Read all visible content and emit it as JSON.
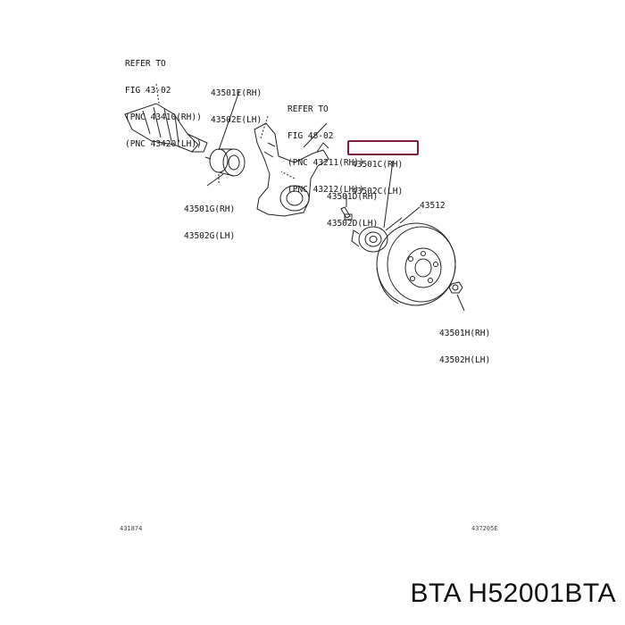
{
  "labels": {
    "ref1": [
      "REFER TO",
      "FIG 43-02",
      "(PNC 43410(RH))",
      "(PNC 43420(LH))"
    ],
    "ref2": [
      "REFER TO",
      "FIG 48-02",
      "(PNC 43211(RH))",
      "(PNC 43212(LH))"
    ],
    "p43501E": [
      "43501E(RH)",
      "43502E(LH)"
    ],
    "p43501C": [
      "43501C(RH)",
      "43502C(LH)"
    ],
    "p43501D": [
      "43501D(RH)",
      "43502D(LH)"
    ],
    "p43501G": [
      "43501G(RH)",
      "43502G(LH)"
    ],
    "p43512": "43512",
    "p43501H": [
      "43501H(RH)",
      "43502H(LH)"
    ],
    "fig_left": "431874",
    "fig_right": "437205E"
  },
  "highlight_color": "#7a1f3d",
  "footer": "BTA H52001BTA"
}
